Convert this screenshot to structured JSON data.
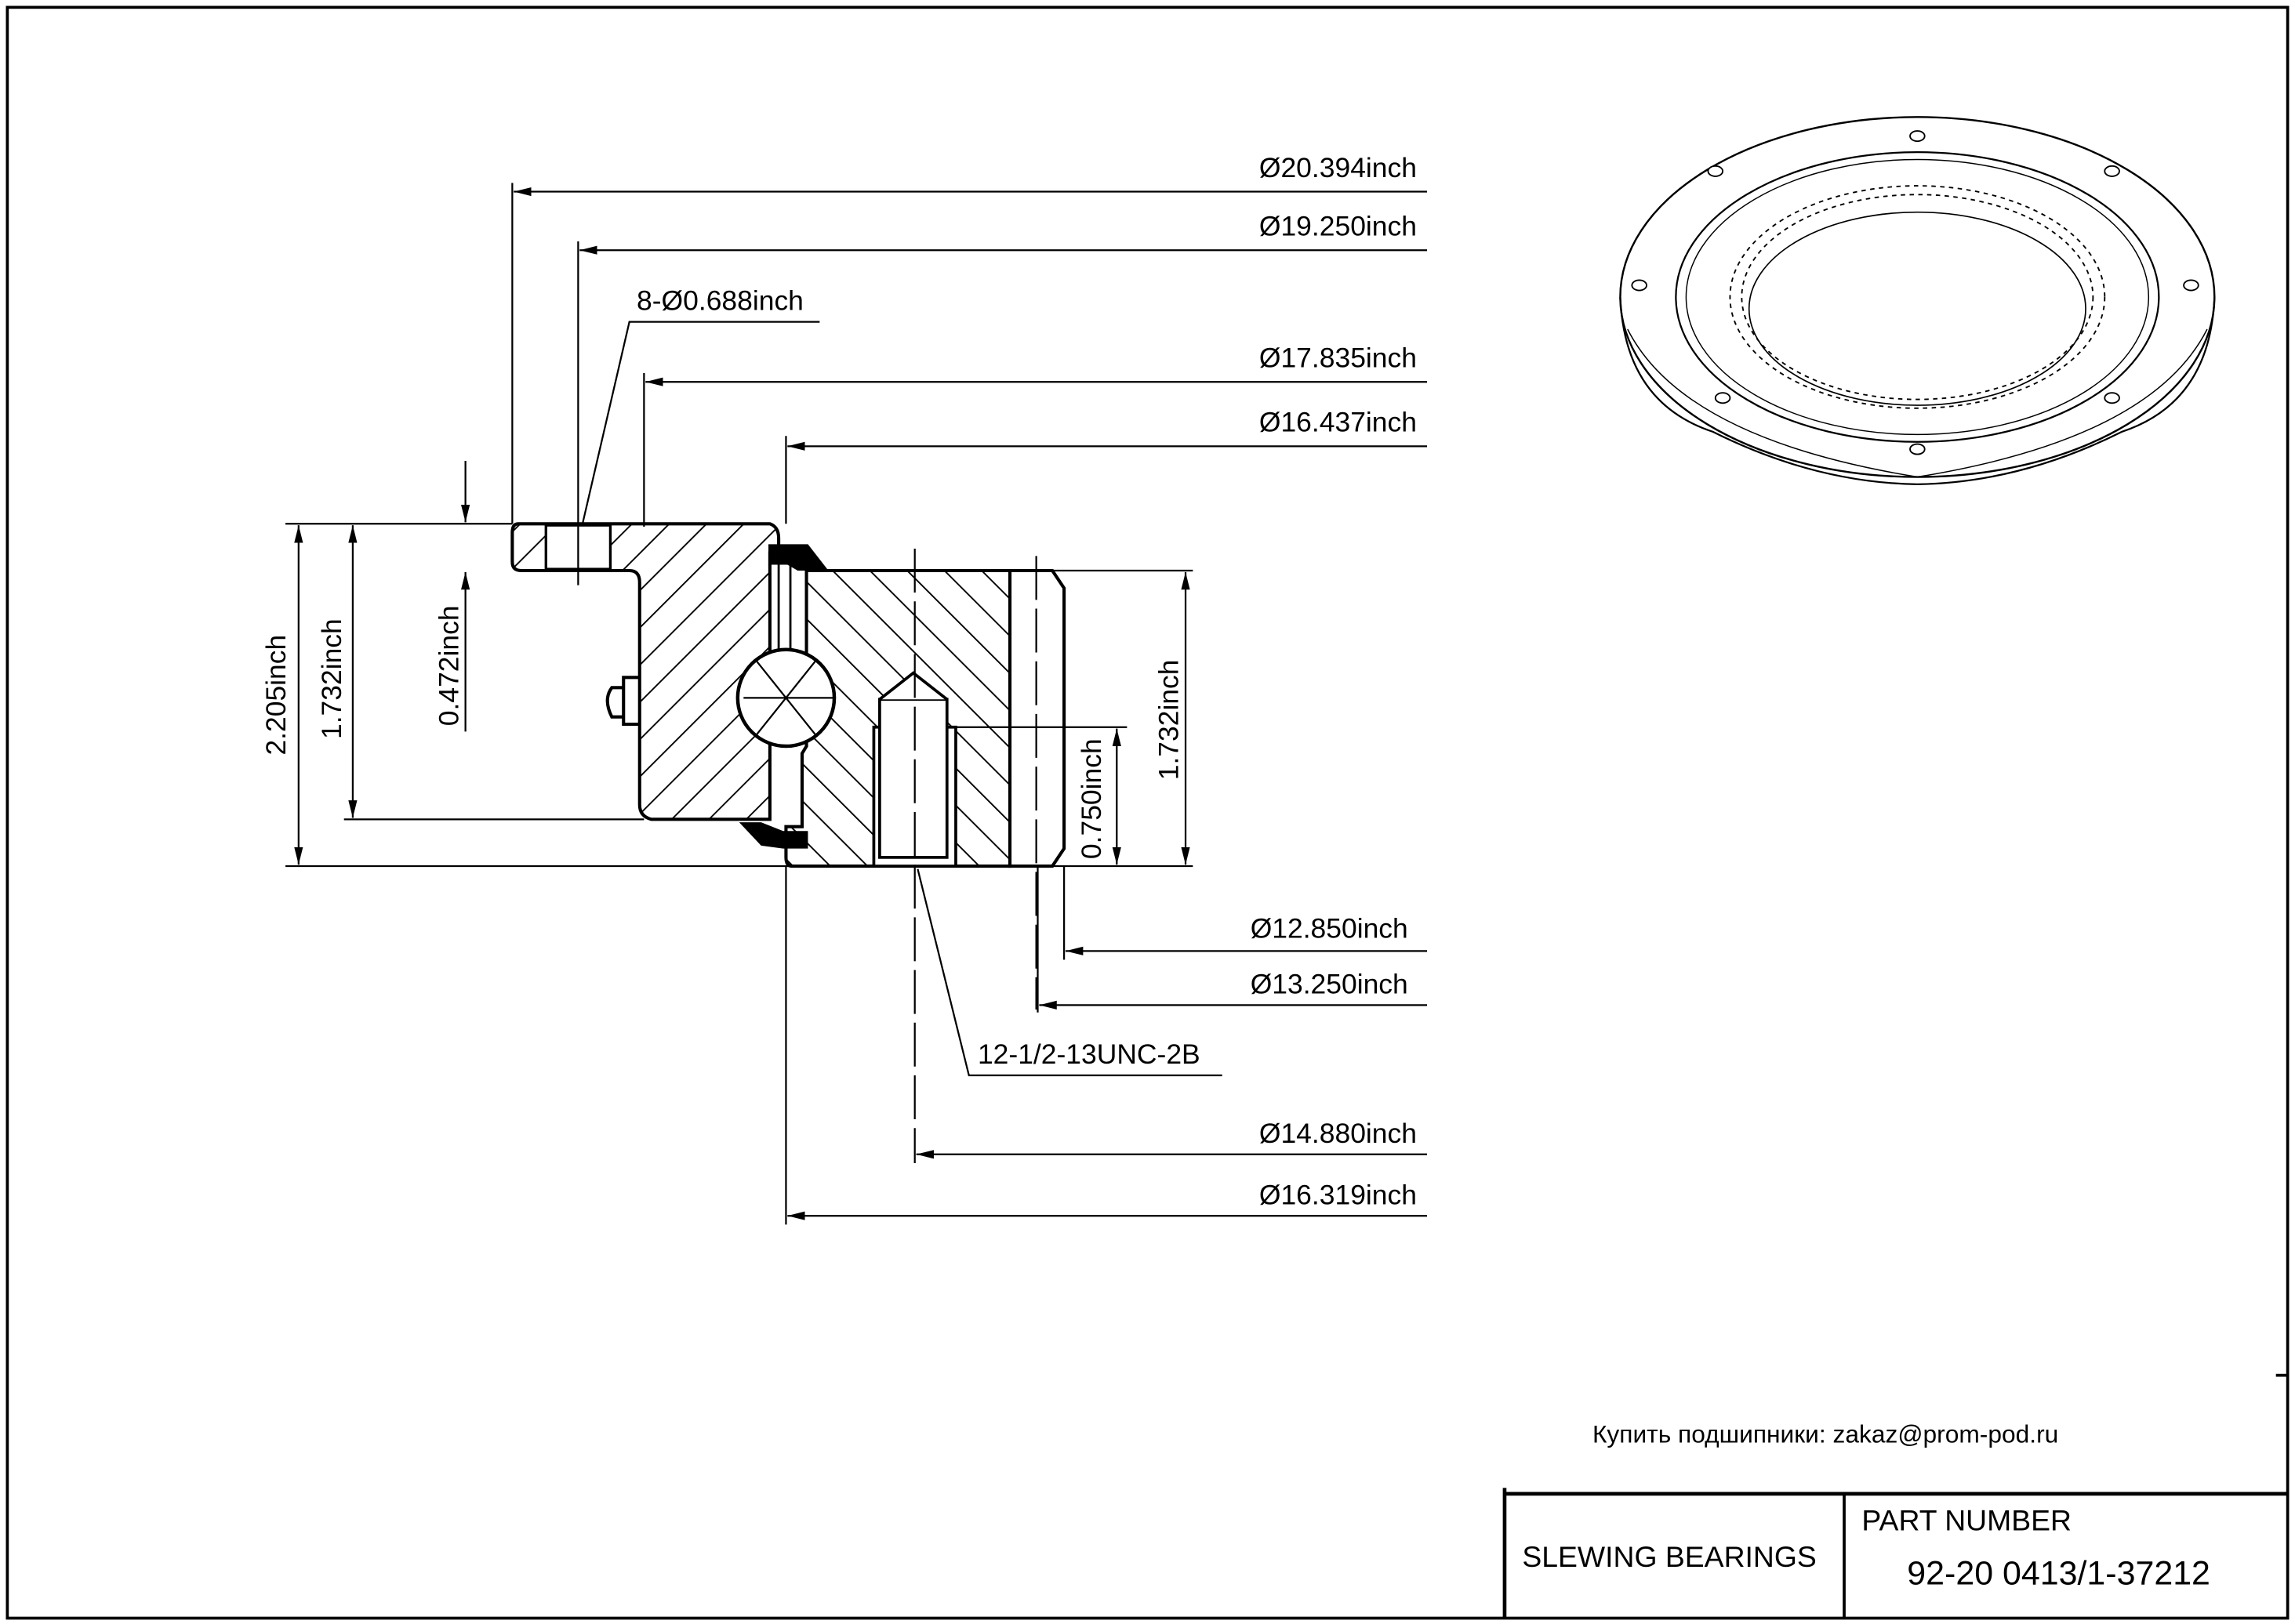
{
  "drawing": {
    "dimensions": {
      "d_outer_flange": "Ø20.394inch",
      "d_bolt_circle_outer": "Ø19.250inch",
      "holes_outer": "8-Ø0.688inch",
      "d_outer_ring_body": "Ø17.835inch",
      "d_outer_ring_inner": "Ø16.437inch",
      "height_total": "2.205inch",
      "height_outer_ring": "1.732inch",
      "flange_thickness": "0.472inch",
      "height_inner_ring": "1.732inch",
      "thread_depth": "0.750inch",
      "d_gear_root": "Ø12.850inch",
      "d_gear_tip": "Ø13.250inch",
      "thread_spec": "12-1/2-13UNC-2B",
      "d_bolt_circle_inner": "Ø14.880inch",
      "d_inner_ring_outer": "Ø16.319inch"
    },
    "contact": "Купить подшипники: zakaz@prom-pod.ru"
  },
  "title_block": {
    "product": "SLEWING BEARINGS",
    "part_number_label": "PART  NUMBER",
    "part_number": "92-20 0413/1-37212"
  }
}
